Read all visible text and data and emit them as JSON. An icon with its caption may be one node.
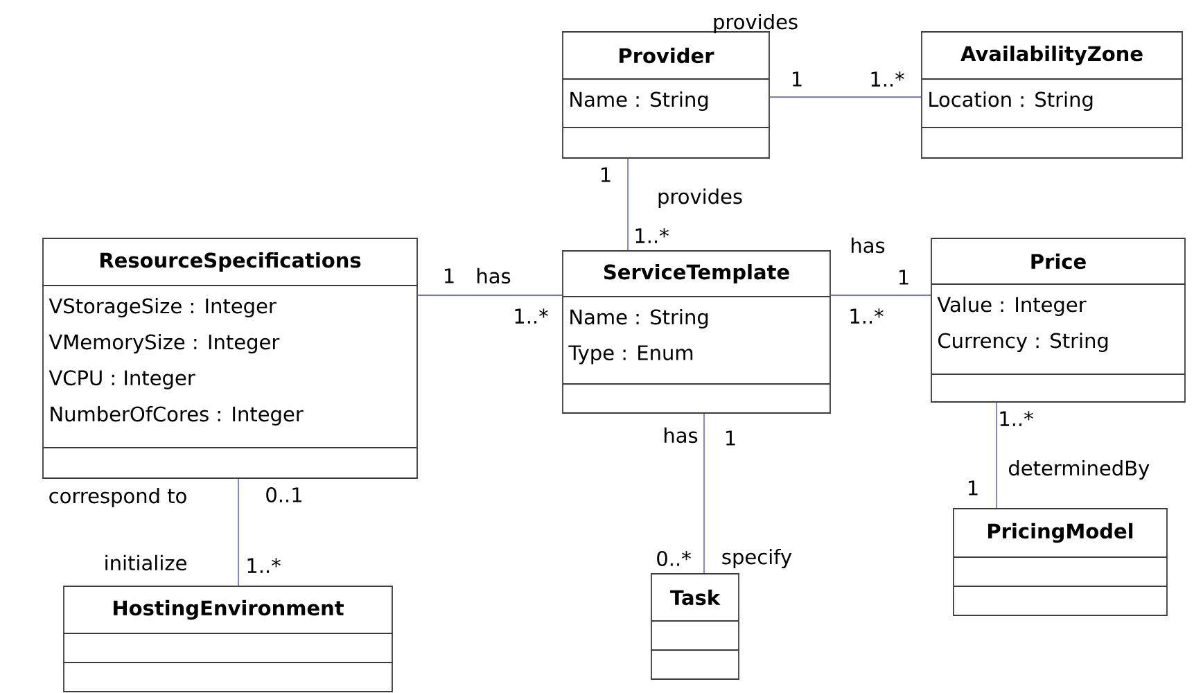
{
  "diagram": {
    "nodes": [
      {
        "text": [
          "Provider",
          "Name : String"
        ]
      },
      {
        "text": [
          "AvailabilityZone",
          "Location : String"
        ]
      },
      {
        "text": [
          "ResourceSpecifications",
          "VStorageSize : Integer",
          "VMemorySize : Integer",
          "VCPU : Integer",
          "NumberOfCores : Integer"
        ]
      },
      {
        "text": [
          "ServiceTemplate",
          "Name : String",
          "Type : Enum"
        ]
      },
      {
        "text": [
          "Price",
          "Value : Integer",
          "Currency : String"
        ]
      },
      {
        "text": [
          "PricingModel"
        ]
      },
      {
        "text": [
          "HostingEnvironment"
        ]
      },
      {
        "text": [
          "Task"
        ]
      }
    ],
    "edges": [
      {
        "from": 0,
        "to": 1,
        "arrow": "none",
        "label": "provides"
      },
      {
        "from": 0,
        "to": 3,
        "arrow": "none",
        "label": "provides"
      },
      {
        "from": 2,
        "to": 3,
        "arrow": "none",
        "label": "has"
      },
      {
        "from": 3,
        "to": 4,
        "arrow": "none",
        "label": "has"
      },
      {
        "from": 3,
        "to": 7,
        "arrow": "none",
        "label": "has"
      },
      {
        "from": 4,
        "to": 5,
        "arrow": "none",
        "label": "determinedBy"
      },
      {
        "from": 2,
        "to": 6,
        "arrow": "none",
        "label": "correspond to"
      }
    ],
    "labels": [
      "1",
      "1..*",
      "1",
      "1..*",
      "1",
      "1",
      "1..*",
      "1..*",
      "1..*",
      "1",
      "1",
      "0..1",
      "initialize",
      "1..*",
      "0..*",
      "specify"
    ]
  }
}
